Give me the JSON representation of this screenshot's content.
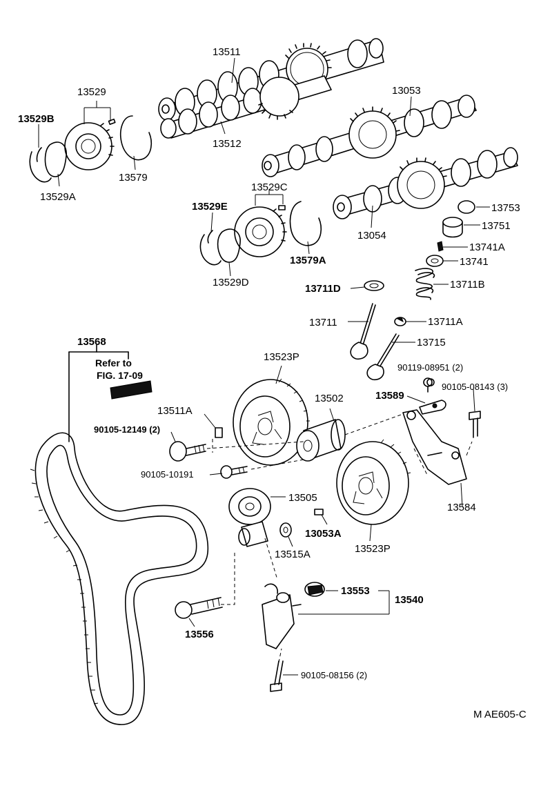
{
  "diagram": {
    "labels": {
      "p13511": "13511",
      "p13512": "13512",
      "p13529": "13529",
      "p13529B": "13529B",
      "p13529A": "13529A",
      "p13579": "13579",
      "p13053": "13053",
      "p13054": "13054",
      "p13529C": "13529C",
      "p13529E": "13529E",
      "p13529D": "13529D",
      "p13579A": "13579A",
      "p13753": "13753",
      "p13751": "13751",
      "p13741A": "13741A",
      "p13741": "13741",
      "p13711D": "13711D",
      "p13711B": "13711B",
      "p13711": "13711",
      "p13711A": "13711A",
      "p13715": "13715",
      "p13568": "13568",
      "refer_line1": "Refer to",
      "refer_line2": "FIG. 17-09",
      "p13523P_top": "13523P",
      "p13502": "13502",
      "p90119": "90119-08951 (2)",
      "p90105_08143": "90105-08143 (3)",
      "p13589": "13589",
      "p13511A": "13511A",
      "p90105_12149": "90105-12149 (2)",
      "p90105_10191": "90105-10191",
      "p13505": "13505",
      "p13053A": "13053A",
      "p13515A": "13515A",
      "p13523P_bottom": "13523P",
      "p13584": "13584",
      "p13553": "13553",
      "p13540": "13540",
      "p13556": "13556",
      "p90105_08156": "90105-08156 (2)",
      "footer_code": "M AE605-C"
    }
  }
}
